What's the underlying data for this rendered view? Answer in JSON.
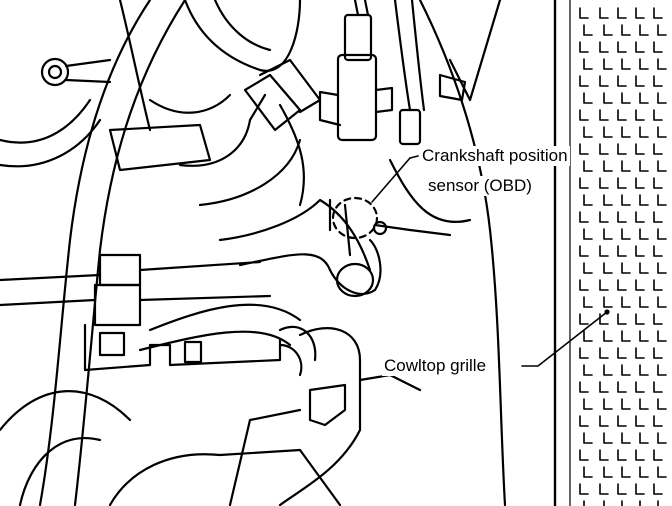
{
  "figure": {
    "callouts": {
      "crankshaft_sensor": {
        "line1": "Crankshaft position",
        "line2": "sensor (OBD)"
      },
      "cowltop_grille": {
        "label": "Cowltop grille"
      }
    },
    "colors": {
      "ink": "#000000",
      "paper": "#ffffff"
    }
  }
}
